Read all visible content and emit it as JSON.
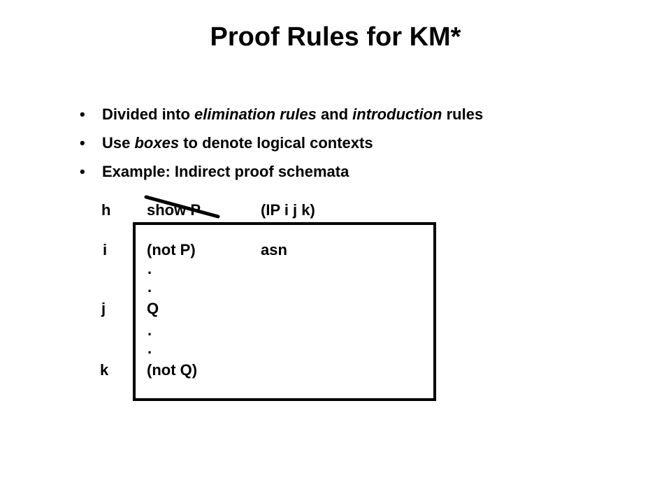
{
  "title": "Proof Rules for KM*",
  "bullets": [
    {
      "marker": "•",
      "parts": [
        "Divided into ",
        "elimination rules",
        "  and ",
        "introduction",
        "  rules"
      ]
    },
    {
      "marker": "•",
      "parts": [
        "Use ",
        "boxes",
        "  to denote logical contexts"
      ]
    },
    {
      "marker": "•",
      "text": "Example: Indirect proof schemata"
    }
  ],
  "proof": {
    "header": {
      "line": "h",
      "formula": "show P",
      "justification": "(IP i j k)"
    },
    "rows": [
      {
        "line": "i",
        "formula": "(not P)",
        "justification": "asn"
      },
      {
        "formula": "."
      },
      {
        "formula": "."
      },
      {
        "line": "j",
        "formula": "Q"
      },
      {
        "formula": "."
      },
      {
        "formula": "."
      },
      {
        "line": "k",
        "formula": "(not Q)"
      }
    ]
  }
}
